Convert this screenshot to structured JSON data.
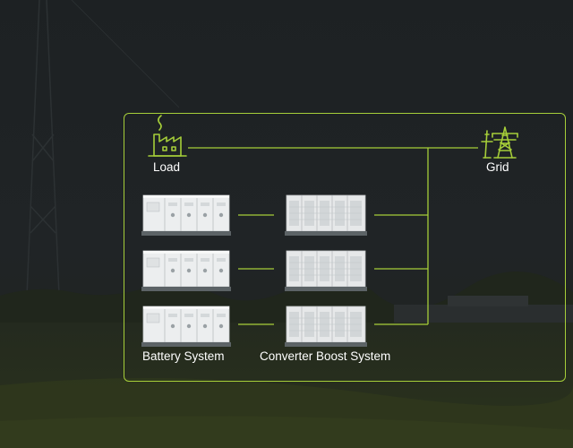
{
  "diagram": {
    "accent_color": "#a6ce39",
    "nodes": {
      "load": {
        "label": "Load",
        "icon": "factory-icon"
      },
      "grid": {
        "label": "Grid",
        "icon": "power-tower-icon"
      }
    },
    "columns": {
      "battery": {
        "label": "Battery System",
        "count": 3
      },
      "converter": {
        "label": "Converter Boost System",
        "count": 3
      }
    }
  }
}
